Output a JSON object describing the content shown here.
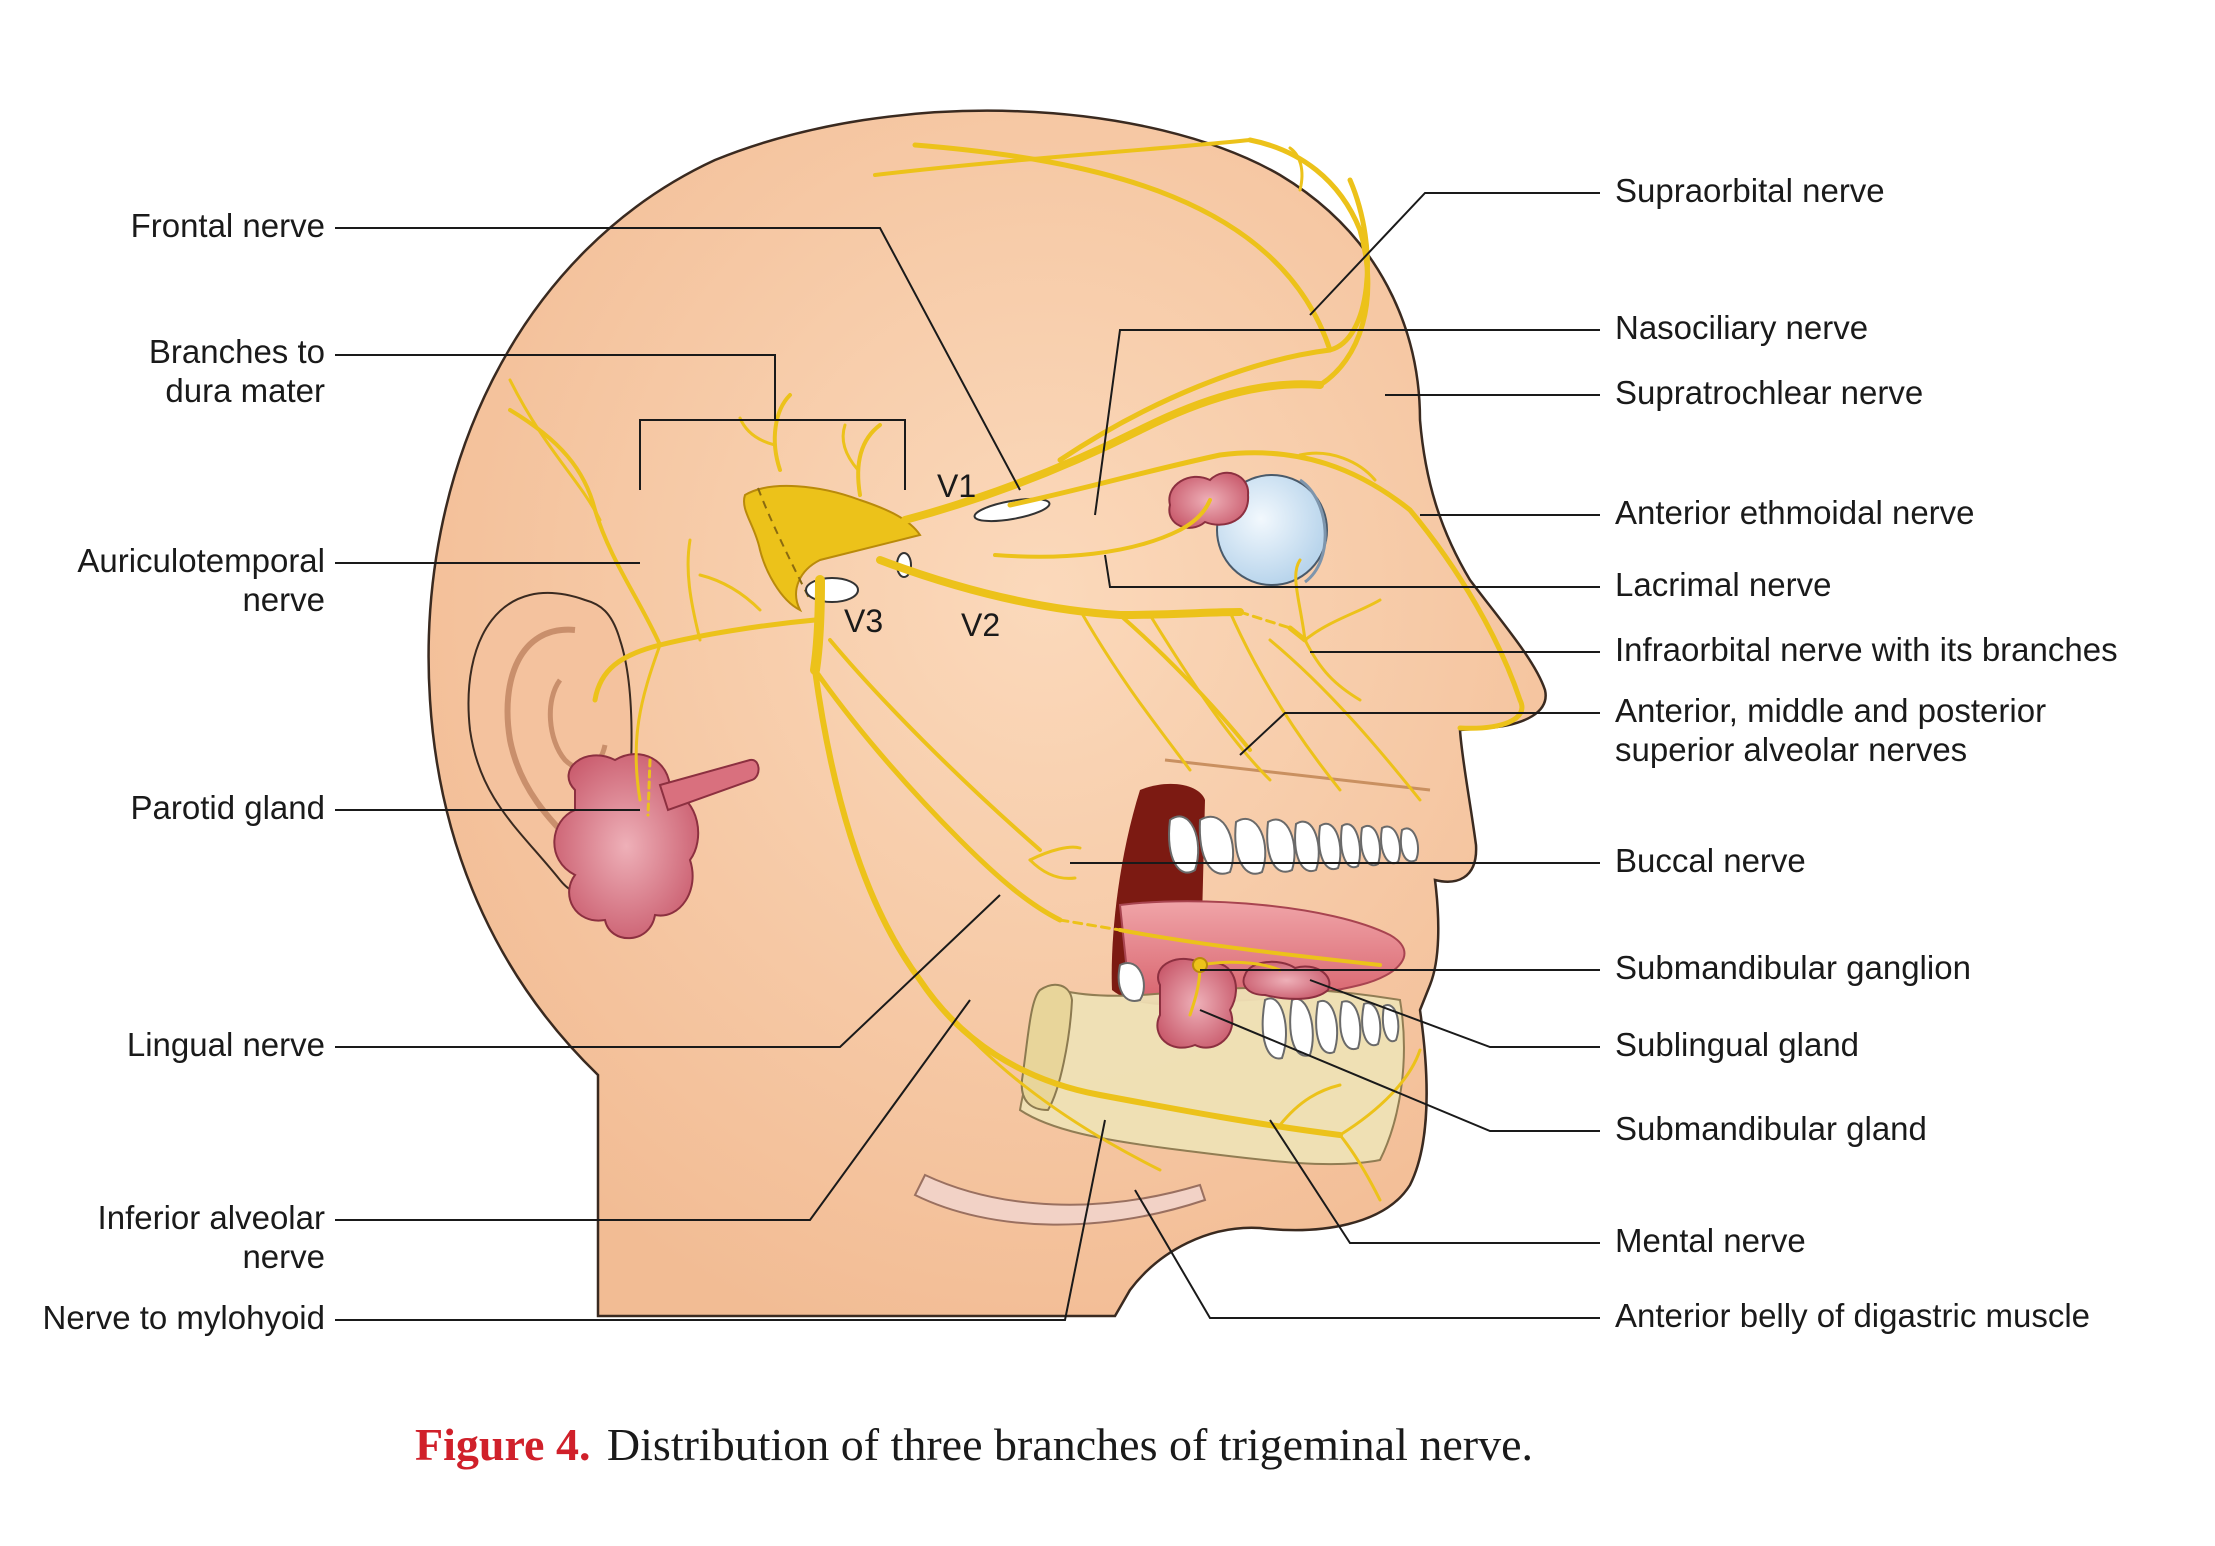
{
  "figure": {
    "number_label": "Figure 4.",
    "caption": "Distribution of three branches of trigeminal nerve."
  },
  "division_marks": {
    "v1": "V1",
    "v2": "V2",
    "v3": "V3"
  },
  "labels_left": {
    "frontal_nerve": "Frontal nerve",
    "branches_dura_1": "Branches to",
    "branches_dura_2": "dura mater",
    "auriculotemporal_1": "Auriculotemporal",
    "auriculotemporal_2": "nerve",
    "parotid_gland": "Parotid gland",
    "lingual_nerve": "Lingual nerve",
    "inferior_alveolar_1": "Inferior alveolar",
    "inferior_alveolar_2": "nerve",
    "nerve_to_mylohyoid": "Nerve to mylohyoid"
  },
  "labels_right": {
    "supraorbital_nerve": "Supraorbital nerve",
    "nasociliary_nerve": "Nasociliary nerve",
    "supratrochlear_nerve": "Supratrochlear nerve",
    "anterior_ethmoidal_nerve": "Anterior ethmoidal nerve",
    "lacrimal_nerve": "Lacrimal nerve",
    "infraorbital_nerve": "Infraorbital nerve with its branches",
    "alveolar_1": "Anterior, middle and posterior",
    "alveolar_2": "superior alveolar nerves",
    "buccal_nerve": "Buccal nerve",
    "submandibular_ganglion": "Submandibular ganglion",
    "sublingual_gland": "Sublingual gland",
    "submandibular_gland": "Submandibular gland",
    "mental_nerve": "Mental nerve",
    "anterior_belly_digastric": "Anterior belly of digastric muscle"
  },
  "colors": {
    "skin": "#f8cca6",
    "skin_outline": "#3a2a20",
    "nerve": "#ecc21a",
    "gland": "#d9707e",
    "tongue": "#e4848c",
    "mouth_cavity": "#7c1a12",
    "eye": "#cde3f2",
    "bone": "#efe2b6",
    "caption_red": "#d0202a"
  }
}
